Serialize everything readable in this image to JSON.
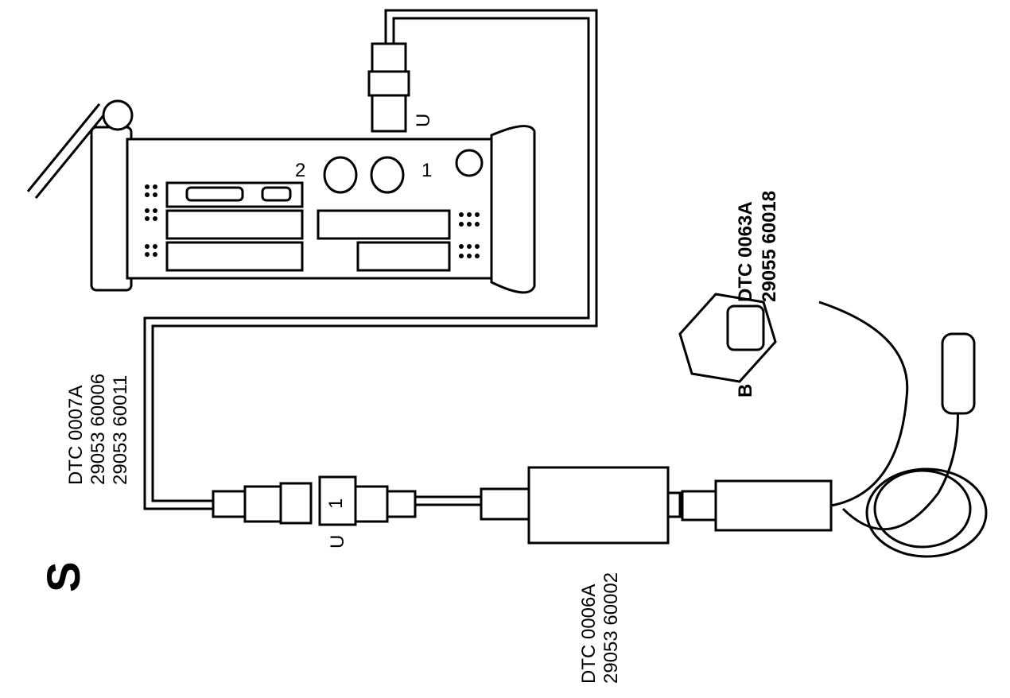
{
  "figure": {
    "section_letter": "S",
    "labels": {
      "interface_cable": {
        "code": "DTC 0007A",
        "part1": "29053 60006",
        "part2": "29053 60011"
      },
      "converter_unit": {
        "code": "DTC 0006A",
        "part1": "29053 60002"
      },
      "diagnostic_cable": {
        "code": "DTC 0063A",
        "part1": "29055 60018"
      }
    },
    "connector_marks": {
      "lower_u": "U",
      "lower_1": "1",
      "upper_u": "U",
      "port_1": "1",
      "port_2": "2",
      "plug_b": "B"
    }
  }
}
